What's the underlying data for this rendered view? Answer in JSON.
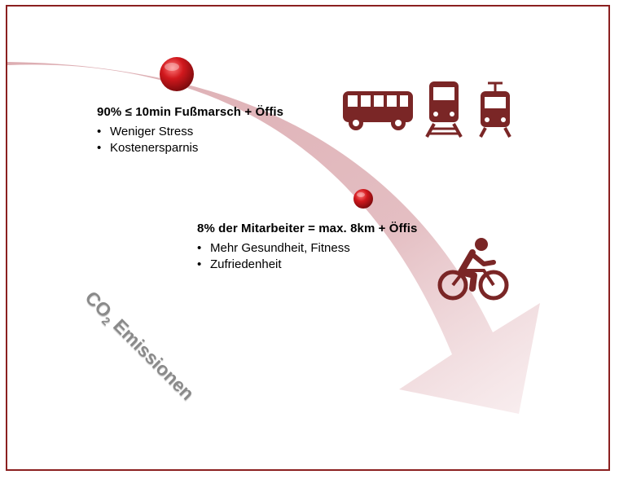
{
  "milestone1": {
    "heading": "90% ≤ 10min Fußmarsch + Öffis",
    "bullets": [
      "Weniger Stress",
      "Kostenersparnis"
    ]
  },
  "milestone2": {
    "heading": "8% der Mitarbeiter = max. 8km + Öffis",
    "bullets": [
      "Mehr Gesundheit, Fitness",
      "Zufriedenheit"
    ]
  },
  "arrow_label": {
    "prefix": "CO",
    "subscript": "2",
    "suffix": " Emissionen"
  },
  "icons": [
    "bus-icon",
    "train-icon",
    "tram-icon",
    "bicycle-icon"
  ],
  "colors": {
    "border": "#8b2020",
    "arrow": "#d49aa0",
    "dot": "#c4161c",
    "icon": "#7a2626",
    "label": "#8a8a8a"
  }
}
